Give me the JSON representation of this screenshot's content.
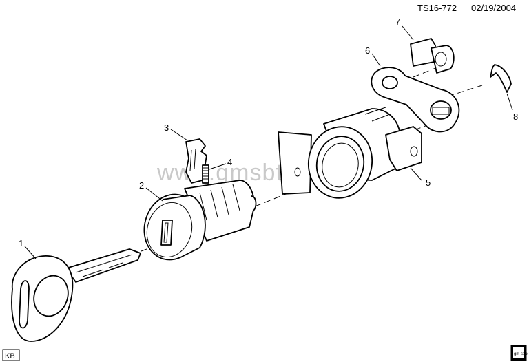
{
  "header": {
    "drawing_number": "TS16-772",
    "date": "02/19/2004"
  },
  "watermark": "www.gmsbtd.ru",
  "callouts": [
    {
      "id": "1",
      "label": "1"
    },
    {
      "id": "2",
      "label": "2"
    },
    {
      "id": "3",
      "label": "3"
    },
    {
      "id": "4",
      "label": "4"
    },
    {
      "id": "5",
      "label": "5"
    },
    {
      "id": "6",
      "label": "6"
    },
    {
      "id": "7",
      "label": "7"
    },
    {
      "id": "8",
      "label": "8"
    }
  ],
  "footer": {
    "code_badge": "KB",
    "logo_text": "gm spo"
  },
  "colors": {
    "line": "#000000",
    "watermark": "#c9c9c9",
    "background": "#ffffff"
  }
}
